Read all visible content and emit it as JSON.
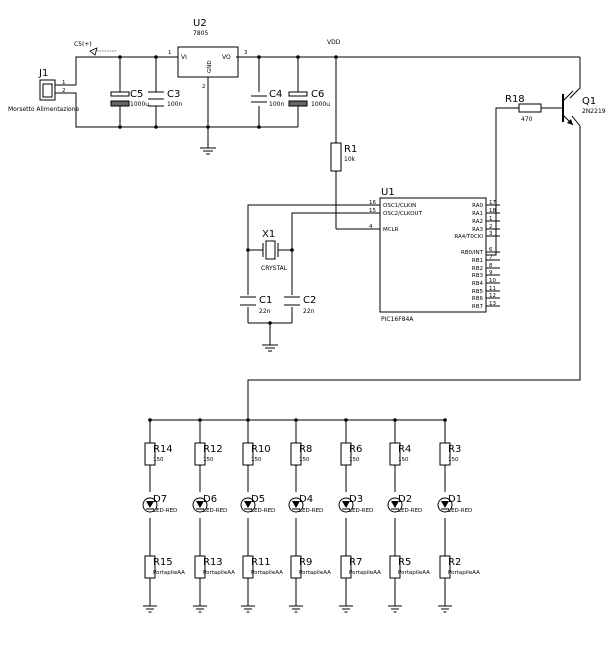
{
  "connector_j1": {
    "ref": "J1",
    "label": "Morsetto Alimentazione",
    "pins": [
      "1",
      "2"
    ]
  },
  "c5_probe": "C5(+)",
  "regulator": {
    "ref": "U2",
    "value": "7805",
    "pin_vi": "VI",
    "pin_vo": "VO",
    "pin_gnd": "GND",
    "pin1": "1",
    "pin2": "2",
    "pin3": "3"
  },
  "vdd_label": "VDD",
  "capacitors": {
    "c5": {
      "ref": "C5",
      "value": "1000u"
    },
    "c3": {
      "ref": "C3",
      "value": "100n"
    },
    "c4": {
      "ref": "C4",
      "value": "100n"
    },
    "c6": {
      "ref": "C6",
      "value": "1000u"
    },
    "c1": {
      "ref": "C1",
      "value": "22n"
    },
    "c2": {
      "ref": "C2",
      "value": "22n"
    }
  },
  "r1": {
    "ref": "R1",
    "value": "10k"
  },
  "r18": {
    "ref": "R18",
    "value": "470"
  },
  "q1": {
    "ref": "Q1",
    "value": "2N2219"
  },
  "x1": {
    "ref": "X1",
    "value": "CRYSTAL"
  },
  "mcu": {
    "ref": "U1",
    "part": "PIC16F84A",
    "left_pins": [
      {
        "name": "OSC1/CLKIN",
        "num": "16"
      },
      {
        "name": "OSC2/CLKOUT",
        "num": "15"
      },
      {
        "name": "MCLR",
        "num": "4"
      }
    ],
    "right_pins": [
      {
        "name": "RA0",
        "num": "17"
      },
      {
        "name": "RA1",
        "num": "18"
      },
      {
        "name": "RA2",
        "num": "1"
      },
      {
        "name": "RA3",
        "num": "2"
      },
      {
        "name": "RA4/T0CKI",
        "num": "3"
      },
      {
        "name": "RB0/INT",
        "num": "6"
      },
      {
        "name": "RB1",
        "num": "7"
      },
      {
        "name": "RB2",
        "num": "8"
      },
      {
        "name": "RB3",
        "num": "9"
      },
      {
        "name": "RB4",
        "num": "10"
      },
      {
        "name": "RB5",
        "num": "11"
      },
      {
        "name": "RB6",
        "num": "12"
      },
      {
        "name": "RB7",
        "num": "13"
      }
    ]
  },
  "led_branches": [
    {
      "r_top": "R14",
      "r_top_value": "150",
      "led": "D7",
      "led_value": "LED-RED",
      "r_bot": "R15",
      "r_bot_value": "PortapileAA"
    },
    {
      "r_top": "R12",
      "r_top_value": "150",
      "led": "D6",
      "led_value": "LED-RED",
      "r_bot": "R13",
      "r_bot_value": "PortapileAA"
    },
    {
      "r_top": "R10",
      "r_top_value": "150",
      "led": "D5",
      "led_value": "LED-RED",
      "r_bot": "R11",
      "r_bot_value": "PortapileAA"
    },
    {
      "r_top": "R8",
      "r_top_value": "150",
      "led": "D4",
      "led_value": "LED-RED",
      "r_bot": "R9",
      "r_bot_value": "PortapileAA"
    },
    {
      "r_top": "R6",
      "r_top_value": "150",
      "led": "D3",
      "led_value": "LED-RED",
      "r_bot": "R7",
      "r_bot_value": "PortapileAA"
    },
    {
      "r_top": "R4",
      "r_top_value": "150",
      "led": "D2",
      "led_value": "LED-RED",
      "r_bot": "R5",
      "r_bot_value": "PortapileAA"
    },
    {
      "r_top": "R3",
      "r_top_value": "150",
      "led": "D1",
      "led_value": "LED-RED",
      "r_bot": "R2",
      "r_bot_value": "PortapileAA"
    }
  ]
}
